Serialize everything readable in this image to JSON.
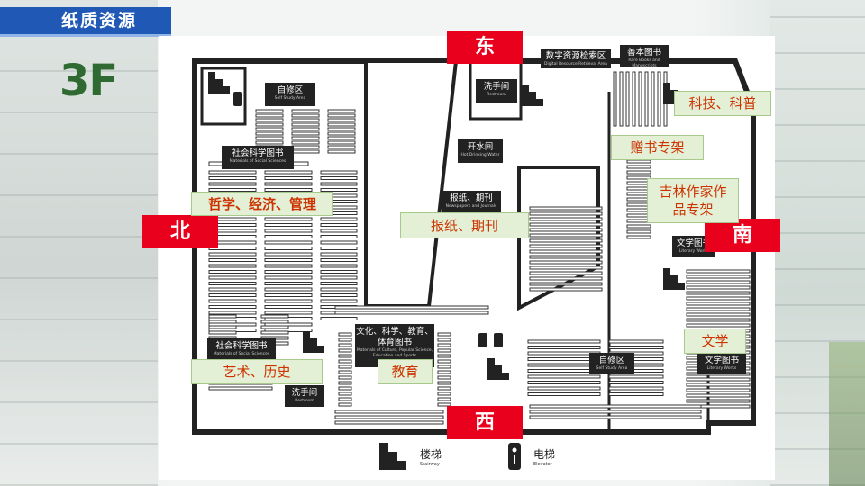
{
  "header": {
    "title": "纸质资源",
    "floor": "3F"
  },
  "directions": {
    "east": "东",
    "west": "西",
    "south": "南",
    "north": "北"
  },
  "zones": {
    "self_study_north": {
      "title": "自修区",
      "sub": "Self Study Area"
    },
    "social_science_north": {
      "title": "社会科学图书",
      "sub": "Materials of Social Sciences"
    },
    "restroom_east": {
      "title": "洗手间",
      "sub": "Restroom"
    },
    "drinking_water": {
      "title": "开水间",
      "sub": "Hot Drinking Water"
    },
    "digital_retrieval": {
      "title": "数字资源检索区",
      "sub": "Digital Resource Retrieval Area"
    },
    "rare_books": {
      "title": "善本图书",
      "sub": "Rare Books and Manuscripts"
    },
    "newspapers": {
      "title": "报纸、期刊",
      "sub": "Newspapers and Journals"
    },
    "literary_south": {
      "title": "文学图书",
      "sub": "Literary Works"
    },
    "culture_edu": {
      "title": "文化、科学、教育、体育图书",
      "sub": "Materials of Culture, Popular Science, Education and Sports"
    },
    "social_science_south": {
      "title": "社会科学图书",
      "sub": "Materials of Social Sciences"
    },
    "restroom_west": {
      "title": "洗手间",
      "sub": "Restroom"
    },
    "self_study_south": {
      "title": "自修区",
      "sub": "Self Study Area"
    },
    "literary_west": {
      "title": "文学图书",
      "sub": "Literary Works"
    }
  },
  "labels": {
    "philosophy": "哲学、经济、管理",
    "art_history": "艺术、历史",
    "newspapers": "报纸、期刊",
    "education": "教育",
    "sci_tech": "科技、科普",
    "donated": "赠书专架",
    "jilin_line1": "吉林作家作",
    "jilin_line2": "品专架",
    "literature": "文学"
  },
  "legend": {
    "stairs": "楼梯",
    "stairs_sub": "Stairway",
    "elevator": "电梯",
    "elevator_sub": "Elevator"
  }
}
